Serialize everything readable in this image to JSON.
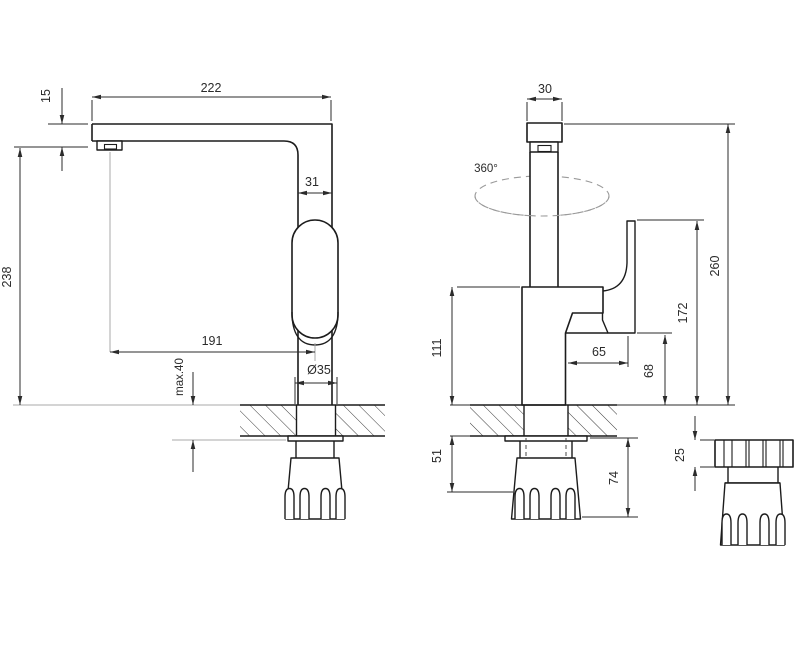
{
  "drawing": {
    "type": "faucet-installation-dimensions",
    "colors": {
      "line": "#1c1c1c",
      "dimension": "#2b2b2b",
      "extension": "#a8a8a8",
      "background": "#ffffff"
    },
    "dims": {
      "side": {
        "spout_reach": "222",
        "spout_tip_height": "15",
        "outlet_height": "238",
        "column_depth": "31",
        "reach_to_axis": "191",
        "max_counter_thickness": "max.40",
        "base_diameter": "Ø35"
      },
      "front": {
        "spout_width": "30",
        "swivel_angle": "360°",
        "body_height": "111",
        "handle_offset": "65",
        "handle_bottom_height": "68",
        "handle_top_height": "172",
        "total_height": "260",
        "shank_length": "51",
        "under_counter_depth": "74"
      },
      "detail": {
        "nut_height": "25"
      }
    }
  }
}
